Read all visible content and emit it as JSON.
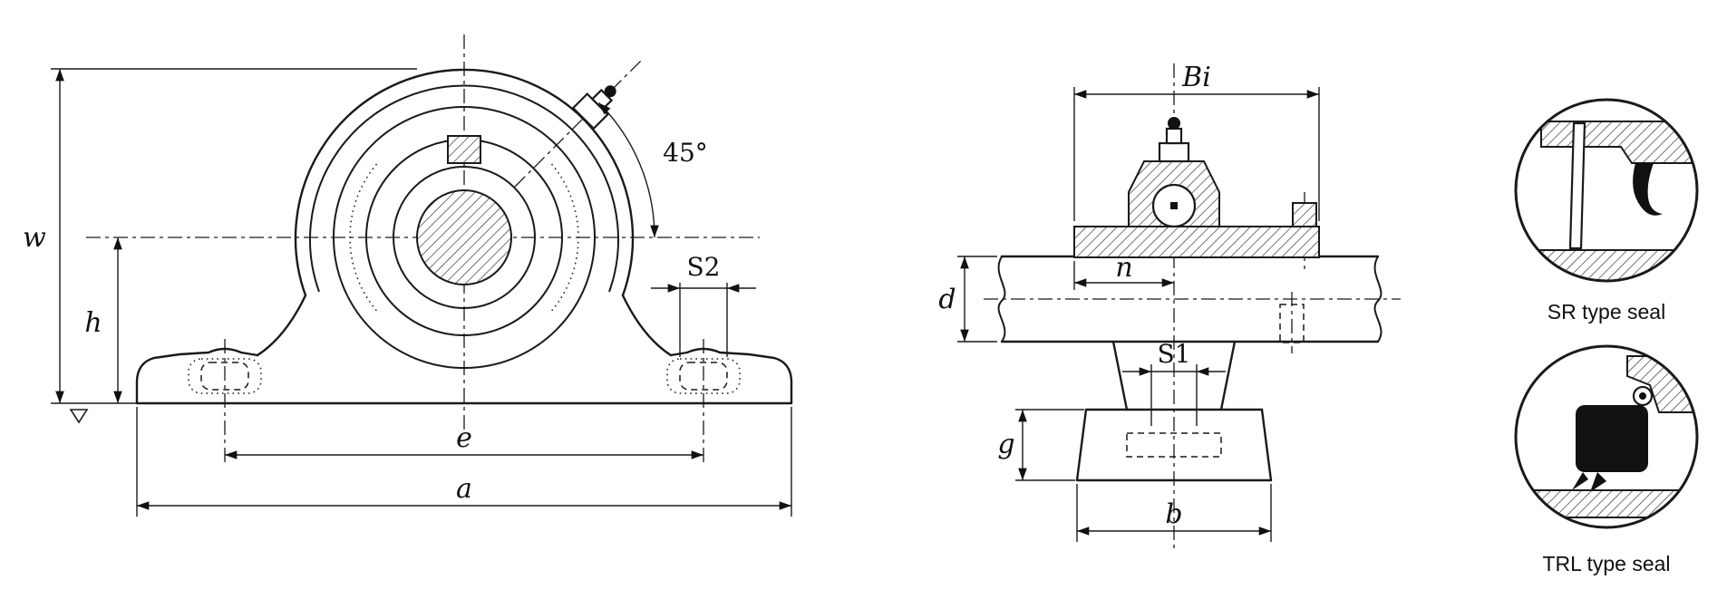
{
  "drawing": {
    "front_view": {
      "dim_w": "w",
      "dim_h": "h",
      "angle_label": "45°",
      "dim_s2": "S2",
      "dim_e": "e",
      "dim_a": "a"
    },
    "side_view": {
      "dim_bi": "Bi",
      "dim_n": "n",
      "dim_d": "d",
      "dim_s1": "S1",
      "dim_g": "g",
      "dim_b": "b"
    },
    "seal_details": {
      "sr_caption": "SR type seal",
      "trl_caption": "TRL type seal"
    },
    "colors": {
      "line": "#1a1a1a",
      "background": "#ffffff"
    }
  }
}
